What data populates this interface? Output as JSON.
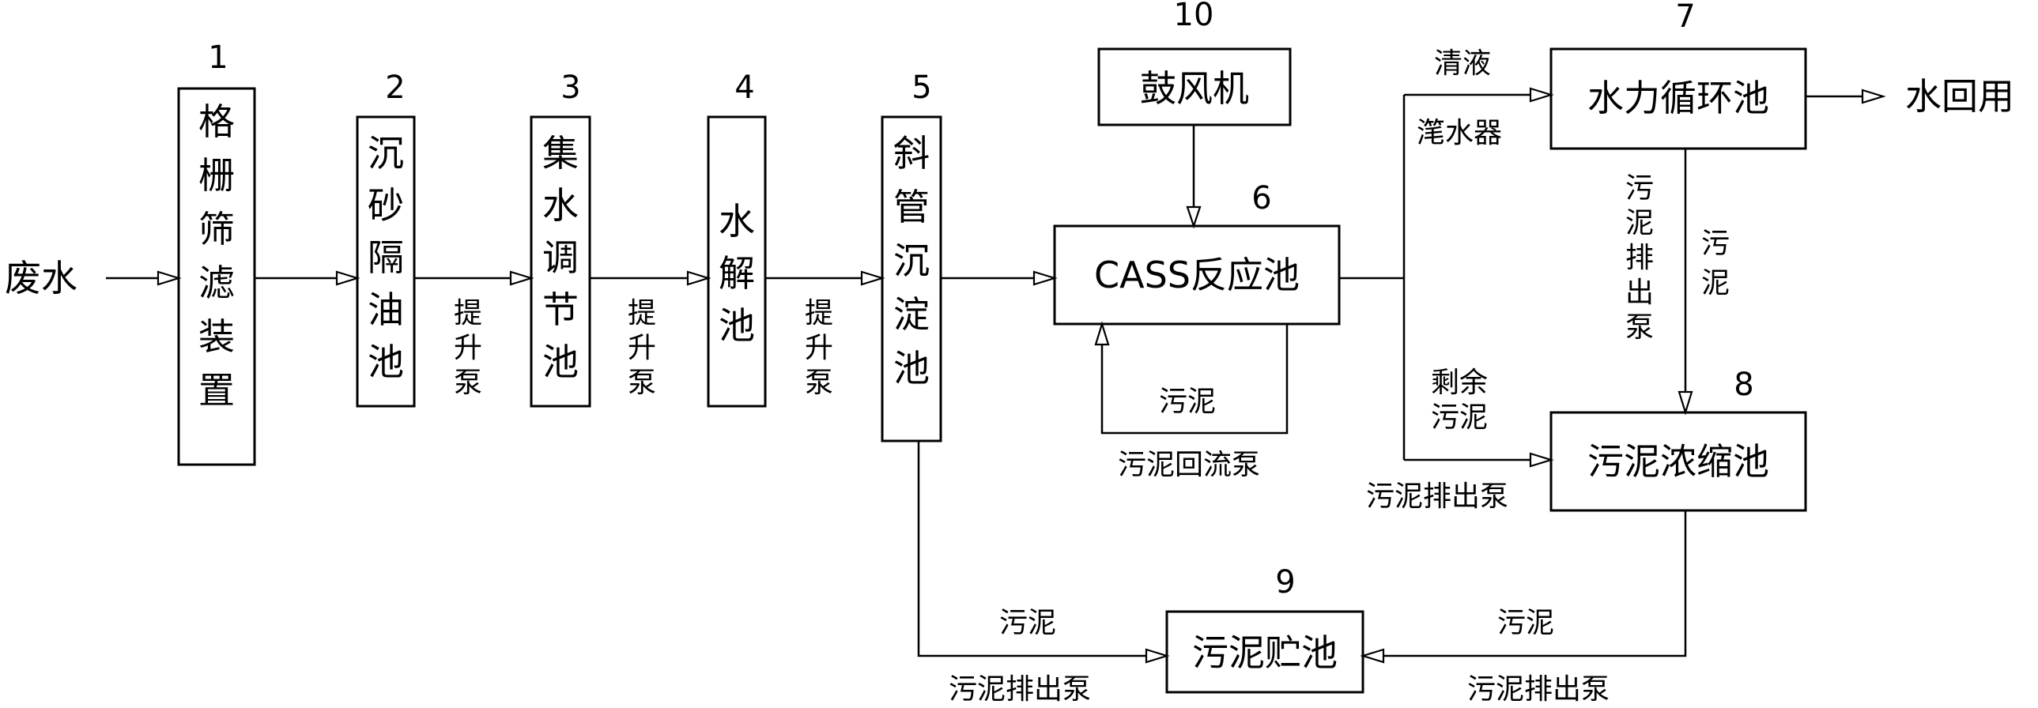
{
  "nodes": {
    "n1": {
      "number": "1",
      "label": "格栅筛滤装置"
    },
    "n2": {
      "number": "2",
      "label": "沉砂隔油池"
    },
    "n3": {
      "number": "3",
      "label": "集水调节池"
    },
    "n4": {
      "number": "4",
      "label": "水解池"
    },
    "n5": {
      "number": "5",
      "label": "斜管沉淀池"
    },
    "n6": {
      "number": "6",
      "label": "CASS反应池"
    },
    "n7": {
      "number": "7",
      "label": "水力循环池"
    },
    "n8": {
      "number": "8",
      "label": "污泥浓缩池"
    },
    "n9": {
      "number": "9",
      "label": "污泥贮池"
    },
    "n10": {
      "number": "10",
      "label": "鼓风机"
    }
  },
  "labels": {
    "input": "废水",
    "output": "水回用",
    "pump_2_3": "提升泵",
    "pump_3_4": "提升泵",
    "pump_4_5": "提升泵",
    "clear_liquid": "清液",
    "decanter": "滗水器",
    "sludge_return": "污泥",
    "sludge_return_pump": "污泥回流泵",
    "excess_sludge": "剩余污泥",
    "sludge_discharge_pump_8": "污泥排出泵",
    "sludge_7_8_left": "污泥排出泵",
    "sludge_7_8_right": "污泥",
    "sludge_5_9": "污泥",
    "sludge_5_9_pump": "污泥排出泵",
    "sludge_8_9": "污泥",
    "sludge_8_9_pump": "污泥排出泵"
  }
}
